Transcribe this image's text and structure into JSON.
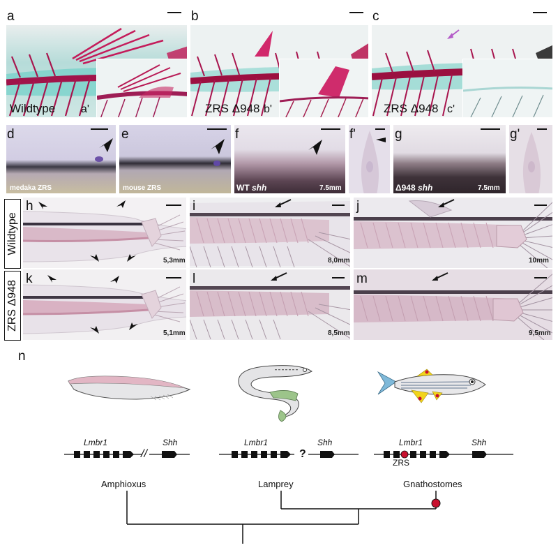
{
  "top_row": {
    "a": {
      "letter": "a",
      "inset": "a'",
      "caption": "Wildtype"
    },
    "b": {
      "letter": "b",
      "inset": "b'",
      "caption": "ZRS Δ948"
    },
    "c": {
      "letter": "c",
      "inset": "c'",
      "caption": "ZRS Δ948"
    }
  },
  "second_row": {
    "d": {
      "letter": "d",
      "text": "medaka ZRS"
    },
    "e": {
      "letter": "e",
      "text": "mouse ZRS"
    },
    "f": {
      "letter": "f",
      "text_prefix": "WT ",
      "text_italic": "shh",
      "stage": "7.5mm"
    },
    "f_prime": {
      "letter": "f'"
    },
    "g": {
      "letter": "g",
      "text_prefix": "Δ948 ",
      "text_italic": "shh",
      "stage": "7.5mm"
    },
    "g_prime": {
      "letter": "g'"
    }
  },
  "wildtype_row": {
    "row_label": "Wildtype",
    "h": {
      "letter": "h",
      "stage": "5,3mm"
    },
    "i": {
      "letter": "i",
      "stage": "8,0mm"
    },
    "j": {
      "letter": "j",
      "stage": "10mm"
    }
  },
  "mutant_row": {
    "row_label": "ZRS Δ948",
    "k": {
      "letter": "k",
      "stage": "5,1mm"
    },
    "l": {
      "letter": "l",
      "stage": "8,5mm"
    },
    "m": {
      "letter": "m",
      "stage": "9,5mm"
    }
  },
  "panel_n": {
    "letter": "n",
    "loci": [
      {
        "gene_left": "Lmbr1",
        "gene_right": "Shh",
        "break_mark": "//"
      },
      {
        "gene_left": "Lmbr1",
        "gene_right": "Shh",
        "unknown_mark": "?"
      },
      {
        "gene_left": "Lmbr1",
        "gene_right": "Shh",
        "enhancer_label": "ZRS"
      }
    ],
    "taxa": [
      "Amphioxus",
      "Lamprey",
      "Gnathostomes"
    ],
    "colors": {
      "zrs_marker": "#c8102e",
      "amphioxus_back": "#e2b6c4",
      "fish_fin_yellow": "#f2d41c",
      "fish_tail_blue": "#7fb9d9",
      "lamprey_fin": "#9cc48a"
    }
  }
}
